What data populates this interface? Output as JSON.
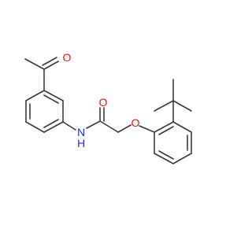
{
  "structure": {
    "atoms": {
      "acetyl_oxygen": "O",
      "amide_oxygen": "O",
      "amide_nitrogen": "N",
      "amide_hydrogen": "H",
      "ether_oxygen": "O"
    },
    "colors": {
      "bond": "#3a3a3a",
      "oxygen": "#e8140c",
      "nitrogen": "#1a2bff",
      "background": "#ffffff"
    }
  }
}
